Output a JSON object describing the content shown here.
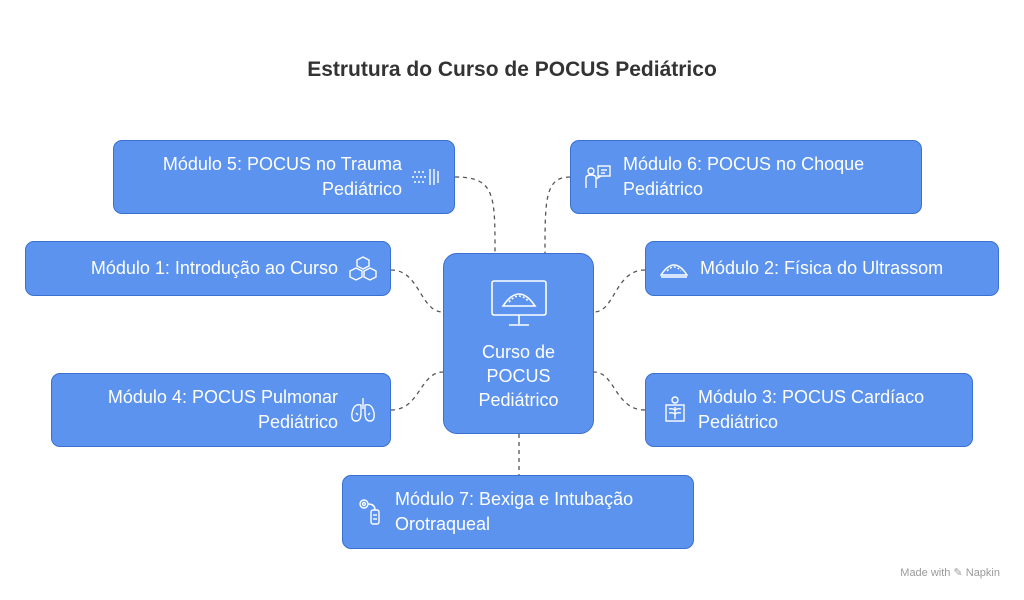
{
  "title": "Estrutura do Curso de POCUS Pediátrico",
  "center": {
    "label": "Curso de\nPOCUS\nPediátrico",
    "icon": "monitor-ultrasound-icon"
  },
  "modules": [
    {
      "id": "m5",
      "label": "Módulo 5: POCUS no Trauma Pediátrico",
      "icon": "trauma-motion-icon"
    },
    {
      "id": "m6",
      "label": "Módulo 6: POCUS no Choque Pediátrico",
      "icon": "presentation-doctor-icon"
    },
    {
      "id": "m1",
      "label": "Módulo 1: Introdução ao Curso",
      "icon": "blocks-icon"
    },
    {
      "id": "m2",
      "label": "Módulo 2: Física do Ultrassom",
      "icon": "ultrasound-wave-icon"
    },
    {
      "id": "m4",
      "label": "Módulo 4: POCUS Pulmonar Pediátrico",
      "icon": "lungs-icon"
    },
    {
      "id": "m3",
      "label": "Módulo 3: POCUS Cardíaco Pediátrico",
      "icon": "xray-chest-icon"
    },
    {
      "id": "m7",
      "label": "Módulo 7: Bexiga e Intubação Orotraqueal",
      "icon": "intubation-icon"
    }
  ],
  "watermark": "Made with ✎ Napkin"
}
